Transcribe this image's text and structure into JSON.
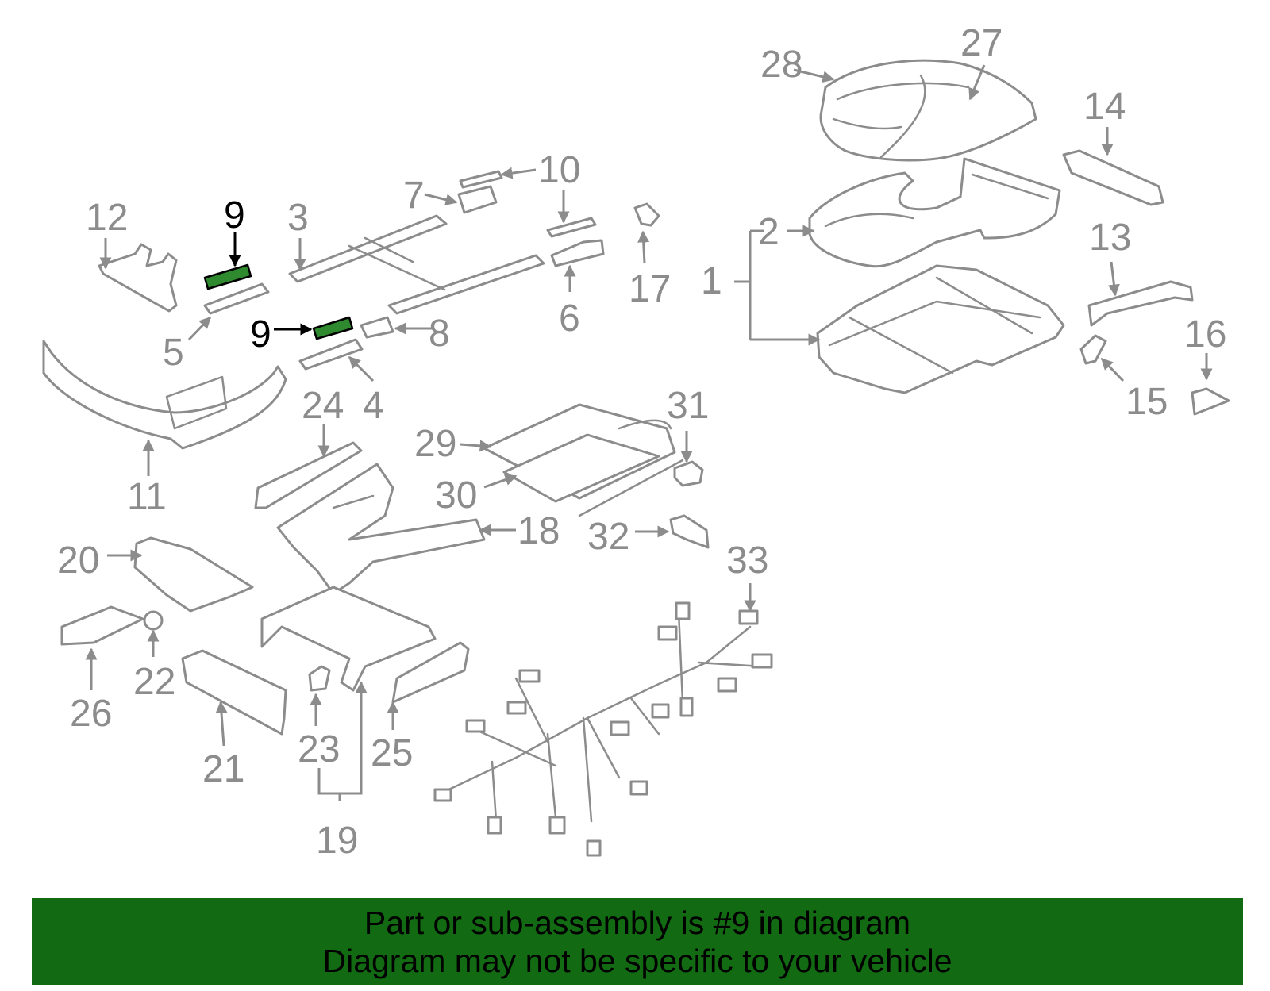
{
  "diagram": {
    "highlight_part": "9",
    "labels": {
      "l1": "1",
      "l2": "2",
      "l3": "3",
      "l4": "4",
      "l5": "5",
      "l6": "6",
      "l7": "7",
      "l8": "8",
      "l9a": "9",
      "l9b": "9",
      "l10": "10",
      "l11": "11",
      "l12": "12",
      "l13": "13",
      "l14": "14",
      "l15": "15",
      "l16": "16",
      "l17": "17",
      "l18": "18",
      "l19": "19",
      "l20": "20",
      "l21": "21",
      "l22": "22",
      "l23": "23",
      "l24": "24",
      "l25": "25",
      "l26": "26",
      "l27": "27",
      "l28": "28",
      "l29": "29",
      "l30": "30",
      "l31": "31",
      "l32": "32",
      "l33": "33"
    },
    "colors": {
      "part_stroke": "#8c8c8c",
      "highlight_fill": "#2f8a2f",
      "banner_bg": "#126a12",
      "banner_text": "#000000"
    }
  },
  "banner": {
    "line1": "Part or sub-assembly is #9 in diagram",
    "line2": "Diagram may not be specific to your vehicle"
  }
}
